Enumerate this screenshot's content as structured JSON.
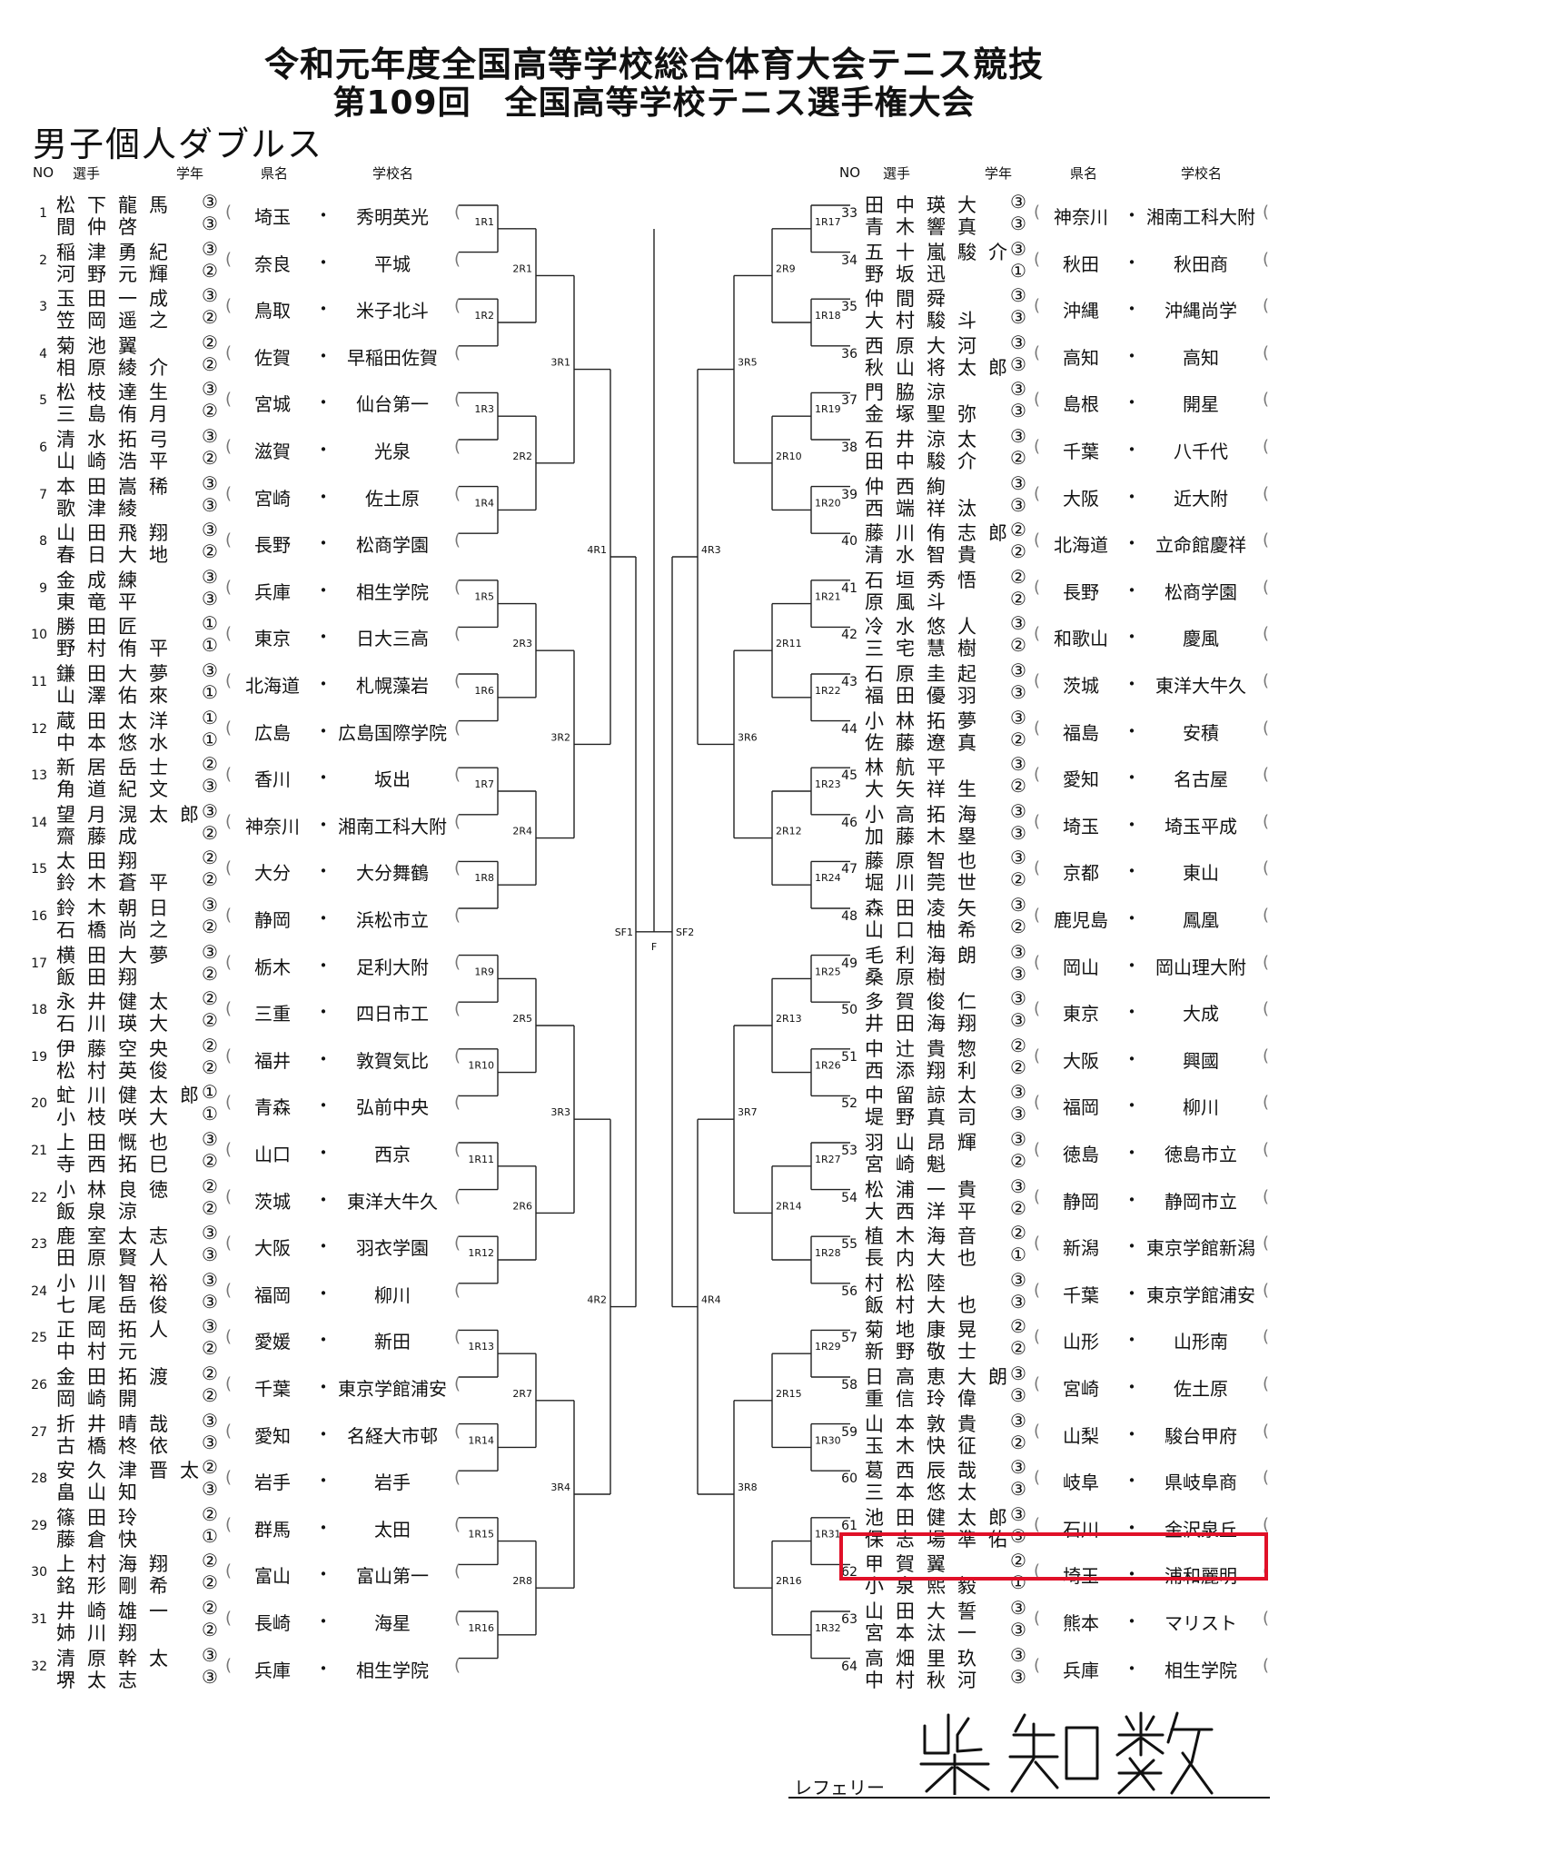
{
  "header": {
    "title_line1": "令和元年度全国高等学校総合体育大会テニス競技",
    "title_line2": "第109回　全国高等学校テニス選手権大会",
    "event": "男子個人ダブルス"
  },
  "columns": {
    "no": "NO",
    "player": "選手",
    "grade": "学年",
    "pref": "県名",
    "school": "学校名"
  },
  "separator": "・",
  "final_label": "F",
  "semifinal_labels": [
    "SF1",
    "SF2"
  ],
  "rounds": {
    "r1": [
      "1R1",
      "1R2",
      "1R3",
      "1R4",
      "1R5",
      "1R6",
      "1R7",
      "1R8",
      "1R9",
      "1R10",
      "1R11",
      "1R12",
      "1R13",
      "1R14",
      "1R15",
      "1R16",
      "1R17",
      "1R18",
      "1R19",
      "1R20",
      "1R21",
      "1R22",
      "1R23",
      "1R24",
      "1R25",
      "1R26",
      "1R27",
      "1R28",
      "1R29",
      "1R30",
      "1R31",
      "1R32"
    ],
    "r2": [
      "2R1",
      "2R2",
      "2R3",
      "2R4",
      "2R5",
      "2R6",
      "2R7",
      "2R8",
      "2R9",
      "2R10",
      "2R11",
      "2R12",
      "2R13",
      "2R14",
      "2R15",
      "2R16"
    ],
    "r3": [
      "3R1",
      "3R2",
      "3R3",
      "3R4",
      "3R5",
      "3R6",
      "3R7",
      "3R8"
    ],
    "r4": [
      "4R1",
      "4R2",
      "4R3",
      "4R4"
    ]
  },
  "left_entries": [
    {
      "no": "1",
      "p1": "松下龍馬",
      "g1": "③",
      "p2": "間仲啓",
      "g2": "③",
      "pref": "埼玉",
      "school": "秀明英光"
    },
    {
      "no": "2",
      "p1": "稲津勇紀",
      "g1": "③",
      "p2": "河野元輝",
      "g2": "②",
      "pref": "奈良",
      "school": "平城"
    },
    {
      "no": "3",
      "p1": "玉田一成",
      "g1": "③",
      "p2": "笠岡遥之",
      "g2": "②",
      "pref": "鳥取",
      "school": "米子北斗"
    },
    {
      "no": "4",
      "p1": "菊池翼",
      "g1": "②",
      "p2": "相原綾介",
      "g2": "②",
      "pref": "佐賀",
      "school": "早稲田佐賀"
    },
    {
      "no": "5",
      "p1": "松枝達生",
      "g1": "③",
      "p2": "三島侑月",
      "g2": "②",
      "pref": "宮城",
      "school": "仙台第一"
    },
    {
      "no": "6",
      "p1": "清水拓弓",
      "g1": "③",
      "p2": "山崎浩平",
      "g2": "②",
      "pref": "滋賀",
      "school": "光泉"
    },
    {
      "no": "7",
      "p1": "本田嵩稀",
      "g1": "③",
      "p2": "歌津綾",
      "g2": "③",
      "pref": "宮崎",
      "school": "佐土原"
    },
    {
      "no": "8",
      "p1": "山田飛翔",
      "g1": "③",
      "p2": "春日大地",
      "g2": "②",
      "pref": "長野",
      "school": "松商学園"
    },
    {
      "no": "9",
      "p1": "金成練",
      "g1": "③",
      "p2": "東竜平",
      "g2": "③",
      "pref": "兵庫",
      "school": "相生学院"
    },
    {
      "no": "10",
      "p1": "勝田匠",
      "g1": "①",
      "p2": "野村侑平",
      "g2": "①",
      "pref": "東京",
      "school": "日大三高"
    },
    {
      "no": "11",
      "p1": "鎌田大夢",
      "g1": "③",
      "p2": "山澤佑來",
      "g2": "①",
      "pref": "北海道",
      "school": "札幌藻岩"
    },
    {
      "no": "12",
      "p1": "蔵田太洋",
      "g1": "①",
      "p2": "中本悠水",
      "g2": "①",
      "pref": "広島",
      "school": "広島国際学院"
    },
    {
      "no": "13",
      "p1": "新居岳士",
      "g1": "②",
      "p2": "角道紀文",
      "g2": "③",
      "pref": "香川",
      "school": "坂出"
    },
    {
      "no": "14",
      "p1": "望月滉太郎",
      "g1": "③",
      "p2": "齋藤成",
      "g2": "②",
      "pref": "神奈川",
      "school": "湘南工科大附"
    },
    {
      "no": "15",
      "p1": "太田翔",
      "g1": "②",
      "p2": "鈴木蒼平",
      "g2": "②",
      "pref": "大分",
      "school": "大分舞鶴"
    },
    {
      "no": "16",
      "p1": "鈴木朝日",
      "g1": "③",
      "p2": "石橋尚之",
      "g2": "②",
      "pref": "静岡",
      "school": "浜松市立"
    },
    {
      "no": "17",
      "p1": "横田大夢",
      "g1": "③",
      "p2": "飯田翔",
      "g2": "②",
      "pref": "栃木",
      "school": "足利大附"
    },
    {
      "no": "18",
      "p1": "永井健太",
      "g1": "②",
      "p2": "石川瑛大",
      "g2": "②",
      "pref": "三重",
      "school": "四日市工"
    },
    {
      "no": "19",
      "p1": "伊藤空央",
      "g1": "②",
      "p2": "松村英俊",
      "g2": "②",
      "pref": "福井",
      "school": "敦賀気比"
    },
    {
      "no": "20",
      "p1": "虻川健太郎",
      "g1": "①",
      "p2": "小枝咲大",
      "g2": "①",
      "pref": "青森",
      "school": "弘前中央"
    },
    {
      "no": "21",
      "p1": "上田慨也",
      "g1": "③",
      "p2": "寺西拓巳",
      "g2": "②",
      "pref": "山口",
      "school": "西京"
    },
    {
      "no": "22",
      "p1": "小林良徳",
      "g1": "②",
      "p2": "飯泉涼",
      "g2": "②",
      "pref": "茨城",
      "school": "東洋大牛久"
    },
    {
      "no": "23",
      "p1": "鹿室太志",
      "g1": "③",
      "p2": "田原賢人",
      "g2": "③",
      "pref": "大阪",
      "school": "羽衣学園"
    },
    {
      "no": "24",
      "p1": "小川智裕",
      "g1": "③",
      "p2": "七尾岳俊",
      "g2": "③",
      "pref": "福岡",
      "school": "柳川"
    },
    {
      "no": "25",
      "p1": "正岡拓人",
      "g1": "③",
      "p2": "中村元",
      "g2": "②",
      "pref": "愛媛",
      "school": "新田"
    },
    {
      "no": "26",
      "p1": "金田拓渡",
      "g1": "②",
      "p2": "岡崎開",
      "g2": "②",
      "pref": "千葉",
      "school": "東京学館浦安"
    },
    {
      "no": "27",
      "p1": "折井晴哉",
      "g1": "③",
      "p2": "古橋柊依",
      "g2": "③",
      "pref": "愛知",
      "school": "名経大市邨"
    },
    {
      "no": "28",
      "p1": "安久津晋太",
      "g1": "②",
      "p2": "畠山知",
      "g2": "③",
      "pref": "岩手",
      "school": "岩手"
    },
    {
      "no": "29",
      "p1": "篠田玲",
      "g1": "②",
      "p2": "藤倉快",
      "g2": "①",
      "pref": "群馬",
      "school": "太田"
    },
    {
      "no": "30",
      "p1": "上村海翔",
      "g1": "②",
      "p2": "銘形剛希",
      "g2": "②",
      "pref": "富山",
      "school": "富山第一"
    },
    {
      "no": "31",
      "p1": "井崎雄一",
      "g1": "②",
      "p2": "姉川翔",
      "g2": "②",
      "pref": "長崎",
      "school": "海星"
    },
    {
      "no": "32",
      "p1": "清原幹太",
      "g1": "③",
      "p2": "堺太志",
      "g2": "③",
      "pref": "兵庫",
      "school": "相生学院"
    }
  ],
  "right_entries": [
    {
      "no": "33",
      "p1": "田中瑛大",
      "g1": "③",
      "p2": "青木響真",
      "g2": "③",
      "pref": "神奈川",
      "school": "湘南工科大附"
    },
    {
      "no": "34",
      "p1": "五十嵐駿介",
      "g1": "③",
      "p2": "野坂迅",
      "g2": "①",
      "pref": "秋田",
      "school": "秋田商"
    },
    {
      "no": "35",
      "p1": "仲間舜",
      "g1": "③",
      "p2": "大村駿斗",
      "g2": "③",
      "pref": "沖縄",
      "school": "沖縄尚学"
    },
    {
      "no": "36",
      "p1": "西原大河",
      "g1": "③",
      "p2": "秋山将太郎",
      "g2": "③",
      "pref": "高知",
      "school": "高知"
    },
    {
      "no": "37",
      "p1": "門脇涼",
      "g1": "③",
      "p2": "金塚聖弥",
      "g2": "③",
      "pref": "島根",
      "school": "開星"
    },
    {
      "no": "38",
      "p1": "石井涼太",
      "g1": "③",
      "p2": "田中駿介",
      "g2": "②",
      "pref": "千葉",
      "school": "八千代"
    },
    {
      "no": "39",
      "p1": "仲西絢",
      "g1": "③",
      "p2": "西端祥汰",
      "g2": "③",
      "pref": "大阪",
      "school": "近大附"
    },
    {
      "no": "40",
      "p1": "藤川侑志郎",
      "g1": "②",
      "p2": "清水智貴",
      "g2": "②",
      "pref": "北海道",
      "school": "立命館慶祥"
    },
    {
      "no": "41",
      "p1": "石垣秀悟",
      "g1": "②",
      "p2": "原風斗",
      "g2": "②",
      "pref": "長野",
      "school": "松商学園"
    },
    {
      "no": "42",
      "p1": "冷水悠人",
      "g1": "③",
      "p2": "三宅慧樹",
      "g2": "②",
      "pref": "和歌山",
      "school": "慶風"
    },
    {
      "no": "43",
      "p1": "石原圭起",
      "g1": "③",
      "p2": "福田優羽",
      "g2": "③",
      "pref": "茨城",
      "school": "東洋大牛久"
    },
    {
      "no": "44",
      "p1": "小林拓夢",
      "g1": "③",
      "p2": "佐藤遼真",
      "g2": "②",
      "pref": "福島",
      "school": "安積"
    },
    {
      "no": "45",
      "p1": "林航平",
      "g1": "③",
      "p2": "大矢祥生",
      "g2": "②",
      "pref": "愛知",
      "school": "名古屋"
    },
    {
      "no": "46",
      "p1": "小高拓海",
      "g1": "③",
      "p2": "加藤木塁",
      "g2": "③",
      "pref": "埼玉",
      "school": "埼玉平成"
    },
    {
      "no": "47",
      "p1": "藤原智也",
      "g1": "③",
      "p2": "堀川莞世",
      "g2": "②",
      "pref": "京都",
      "school": "東山"
    },
    {
      "no": "48",
      "p1": "森田凌矢",
      "g1": "③",
      "p2": "山口柚希",
      "g2": "②",
      "pref": "鹿児島",
      "school": "鳳凰"
    },
    {
      "no": "49",
      "p1": "毛利海朗",
      "g1": "③",
      "p2": "桑原樹",
      "g2": "③",
      "pref": "岡山",
      "school": "岡山理大附"
    },
    {
      "no": "50",
      "p1": "多賀俊仁",
      "g1": "③",
      "p2": "井田海翔",
      "g2": "③",
      "pref": "東京",
      "school": "大成"
    },
    {
      "no": "51",
      "p1": "中辻貴惣",
      "g1": "②",
      "p2": "西添翔利",
      "g2": "②",
      "pref": "大阪",
      "school": "興國"
    },
    {
      "no": "52",
      "p1": "中留諒太",
      "g1": "③",
      "p2": "堤野真司",
      "g2": "③",
      "pref": "福岡",
      "school": "柳川"
    },
    {
      "no": "53",
      "p1": "羽山昂輝",
      "g1": "③",
      "p2": "宮崎魁",
      "g2": "②",
      "pref": "徳島",
      "school": "徳島市立"
    },
    {
      "no": "54",
      "p1": "松浦一貴",
      "g1": "③",
      "p2": "大西洋平",
      "g2": "②",
      "pref": "静岡",
      "school": "静岡市立"
    },
    {
      "no": "55",
      "p1": "植木海音",
      "g1": "②",
      "p2": "長内大也",
      "g2": "①",
      "pref": "新潟",
      "school": "東京学館新潟"
    },
    {
      "no": "56",
      "p1": "村松陸",
      "g1": "③",
      "p2": "飯村大也",
      "g2": "③",
      "pref": "千葉",
      "school": "東京学館浦安"
    },
    {
      "no": "57",
      "p1": "菊地康晃",
      "g1": "②",
      "p2": "新野敬士",
      "g2": "②",
      "pref": "山形",
      "school": "山形南"
    },
    {
      "no": "58",
      "p1": "日高恵大朗",
      "g1": "③",
      "p2": "重信玲偉",
      "g2": "③",
      "pref": "宮崎",
      "school": "佐土原"
    },
    {
      "no": "59",
      "p1": "山本敦貴",
      "g1": "③",
      "p2": "玉木快征",
      "g2": "②",
      "pref": "山梨",
      "school": "駿台甲府"
    },
    {
      "no": "60",
      "p1": "葛西辰哉",
      "g1": "③",
      "p2": "三本悠太",
      "g2": "③",
      "pref": "岐阜",
      "school": "県岐阜商"
    },
    {
      "no": "61",
      "p1": "池田健太郎",
      "g1": "③",
      "p2": "保志場準佑",
      "g2": "③",
      "pref": "石川",
      "school": "金沢泉丘"
    },
    {
      "no": "62",
      "p1": "甲賀翼",
      "g1": "②",
      "p2": "小泉熙毅",
      "g2": "①",
      "pref": "埼玉",
      "school": "浦和麗明"
    },
    {
      "no": "63",
      "p1": "山田大誓",
      "g1": "③",
      "p2": "宮本汰一",
      "g2": "③",
      "pref": "熊本",
      "school": "マリスト"
    },
    {
      "no": "64",
      "p1": "高畑里玖",
      "g1": "③",
      "p2": "中村秋河",
      "g2": "③",
      "pref": "兵庫",
      "school": "相生学院"
    }
  ],
  "highlight_entry_no": "62",
  "highlight_color": "#e01028",
  "referee": {
    "label": "レフェリー",
    "signature": "柴知数"
  }
}
